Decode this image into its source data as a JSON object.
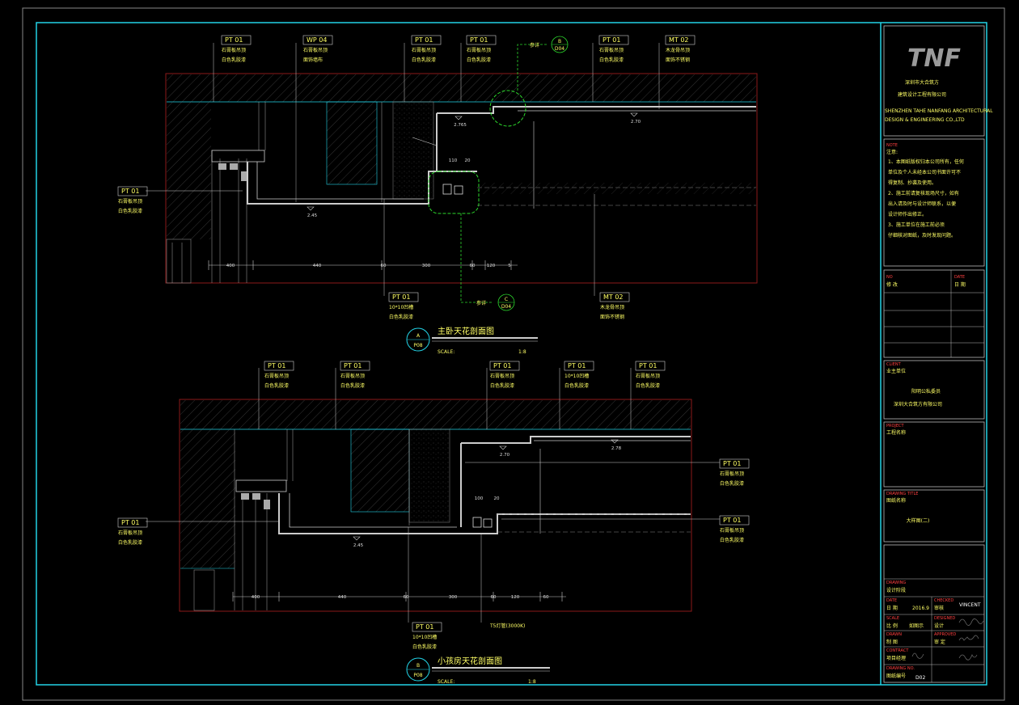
{
  "logo": "TNF",
  "company": {
    "name_cn": "深圳市大合筑方",
    "sub_cn": "建筑设计工程有限公司",
    "name_en_1": "SHENZHEN TAHE NANFANG ARCHITECTURAL",
    "name_en_2": "DESIGN & ENGINEERING CO.,LTD"
  },
  "notes": {
    "header": "NOTE",
    "label": "注意:",
    "lines": [
      "1、本图纸版权归本公司所有，任何",
      "单位及个人未经本公司书面许可不",
      "得复制、抄袭及使用。",
      "2、施工前请复核现场尺寸，如有",
      "出入请及时与设计师联系，以便",
      "设计师作出修正。",
      "3、施工单位在施工前必须",
      "仔细核对图纸，及时发现问题。"
    ]
  },
  "revision": {
    "no_label": "NO",
    "no_cn": "修 改",
    "date_label": "DATE",
    "date_cn": "日 期"
  },
  "client": {
    "label": "CLIENT",
    "label_cn": "业主单位",
    "line1": "阳明公私委员",
    "line2": "深圳大合筑方有限公司"
  },
  "project": {
    "label": "PROJECT",
    "label_cn": "工程名称"
  },
  "drawing_title": {
    "label": "DRAWING TITLE",
    "label_cn": "图纸名称",
    "value": "大样图(二)"
  },
  "drawing_info": {
    "drawing_label": "DRAWING",
    "drawing_cn": "设计阶段",
    "date_label": "DATE",
    "date_cn": "日 期",
    "date_val": "2016.9",
    "check_label": "CHECKED",
    "check_cn": "审核",
    "scale_label": "SCALE",
    "scale_cn": "比 例",
    "scale_val": "如图示",
    "design_label": "DESIGNED",
    "design_cn": "设计",
    "drawn_label": "DRAWN",
    "drawn_cn": "制 图",
    "approved_label": "APPROVED",
    "approved_cn": "审 定",
    "contract_label": "CONTRACT",
    "contract_cn": "项目经理",
    "no_label": "DRAWING NO.",
    "no_cn": "图纸编号",
    "no_val": "D02",
    "sign_name": "VINCENT"
  },
  "section_a": {
    "title": "主卧天花剖面图",
    "scale": "SCALE:",
    "scale_val": "1:8",
    "marker_top": "A",
    "marker_bottom": "P08",
    "tags": [
      {
        "code": "PT 01",
        "line1": "石膏板吊顶",
        "line2": "白色乳胶漆"
      },
      {
        "code": "WP 04",
        "line1": "石膏板吊顶",
        "line2": "面饰墙布"
      },
      {
        "code": "PT 01",
        "line1": "石膏板吊顶",
        "line2": "白色乳胶漆"
      },
      {
        "code": "PT 01",
        "line1": "石膏板吊顶",
        "line2": "白色乳胶漆"
      },
      {
        "code": "PT 01",
        "line1": "石膏板吊顶",
        "line2": "白色乳胶漆"
      },
      {
        "code": "MT 02",
        "line1": "木龙骨吊顶",
        "line2": "面饰不锈钢"
      }
    ],
    "left_tag": {
      "code": "PT 01",
      "line1": "石膏板吊顶",
      "line2": "白色乳胶漆"
    },
    "bottom_tag": {
      "code": "PT 01",
      "line1": "10*10凹槽",
      "line2": "白色乳胶漆"
    },
    "bottom_tag2": {
      "code": "MT 02",
      "line1": "木龙骨吊顶",
      "line2": "面饰不锈钢"
    },
    "detail_top": {
      "label": "参详",
      "top": "B",
      "bottom": "D04"
    },
    "detail_bottom": {
      "label": "参详",
      "top": "C",
      "bottom": "D04"
    },
    "levels": [
      "2.765",
      "2.70",
      "2.45"
    ],
    "dims": [
      "400",
      "440",
      "60",
      "300",
      "60",
      "120",
      "5",
      "110",
      "20"
    ]
  },
  "section_b": {
    "title": "小孩房天花剖面图",
    "scale": "SCALE:",
    "scale_val": "1:8",
    "marker_top": "B",
    "marker_bottom": "P08",
    "tags": [
      {
        "code": "PT 01",
        "line1": "石膏板吊顶",
        "line2": "白色乳胶漆"
      },
      {
        "code": "PT 01",
        "line1": "石膏板吊顶",
        "line2": "白色乳胶漆"
      },
      {
        "code": "PT 01",
        "line1": "石膏板吊顶",
        "line2": "白色乳胶漆"
      },
      {
        "code": "PT 01",
        "line1": "10*10凹槽",
        "line2": "白色乳胶漆"
      },
      {
        "code": "PT 01",
        "line1": "石膏板吊顶",
        "line2": "白色乳胶漆"
      }
    ],
    "left_tag": {
      "code": "PT 01",
      "line1": "石膏板吊顶",
      "line2": "白色乳胶漆"
    },
    "right_tag1": {
      "code": "PT 01",
      "line1": "石膏板吊顶",
      "line2": "白色乳胶漆"
    },
    "right_tag2": {
      "code": "PT 01",
      "line1": "石膏板吊顶",
      "line2": "白色乳胶漆"
    },
    "bottom_tag": {
      "code": "PT 01",
      "line1": "10*10凹槽",
      "line2": "白色乳胶漆"
    },
    "led_note": "T5灯管(3000K)",
    "levels": [
      "2.70",
      "2.78",
      "2.45"
    ],
    "dims": [
      "400",
      "440",
      "60",
      "300",
      "60",
      "120",
      "60",
      "100",
      "20"
    ]
  }
}
